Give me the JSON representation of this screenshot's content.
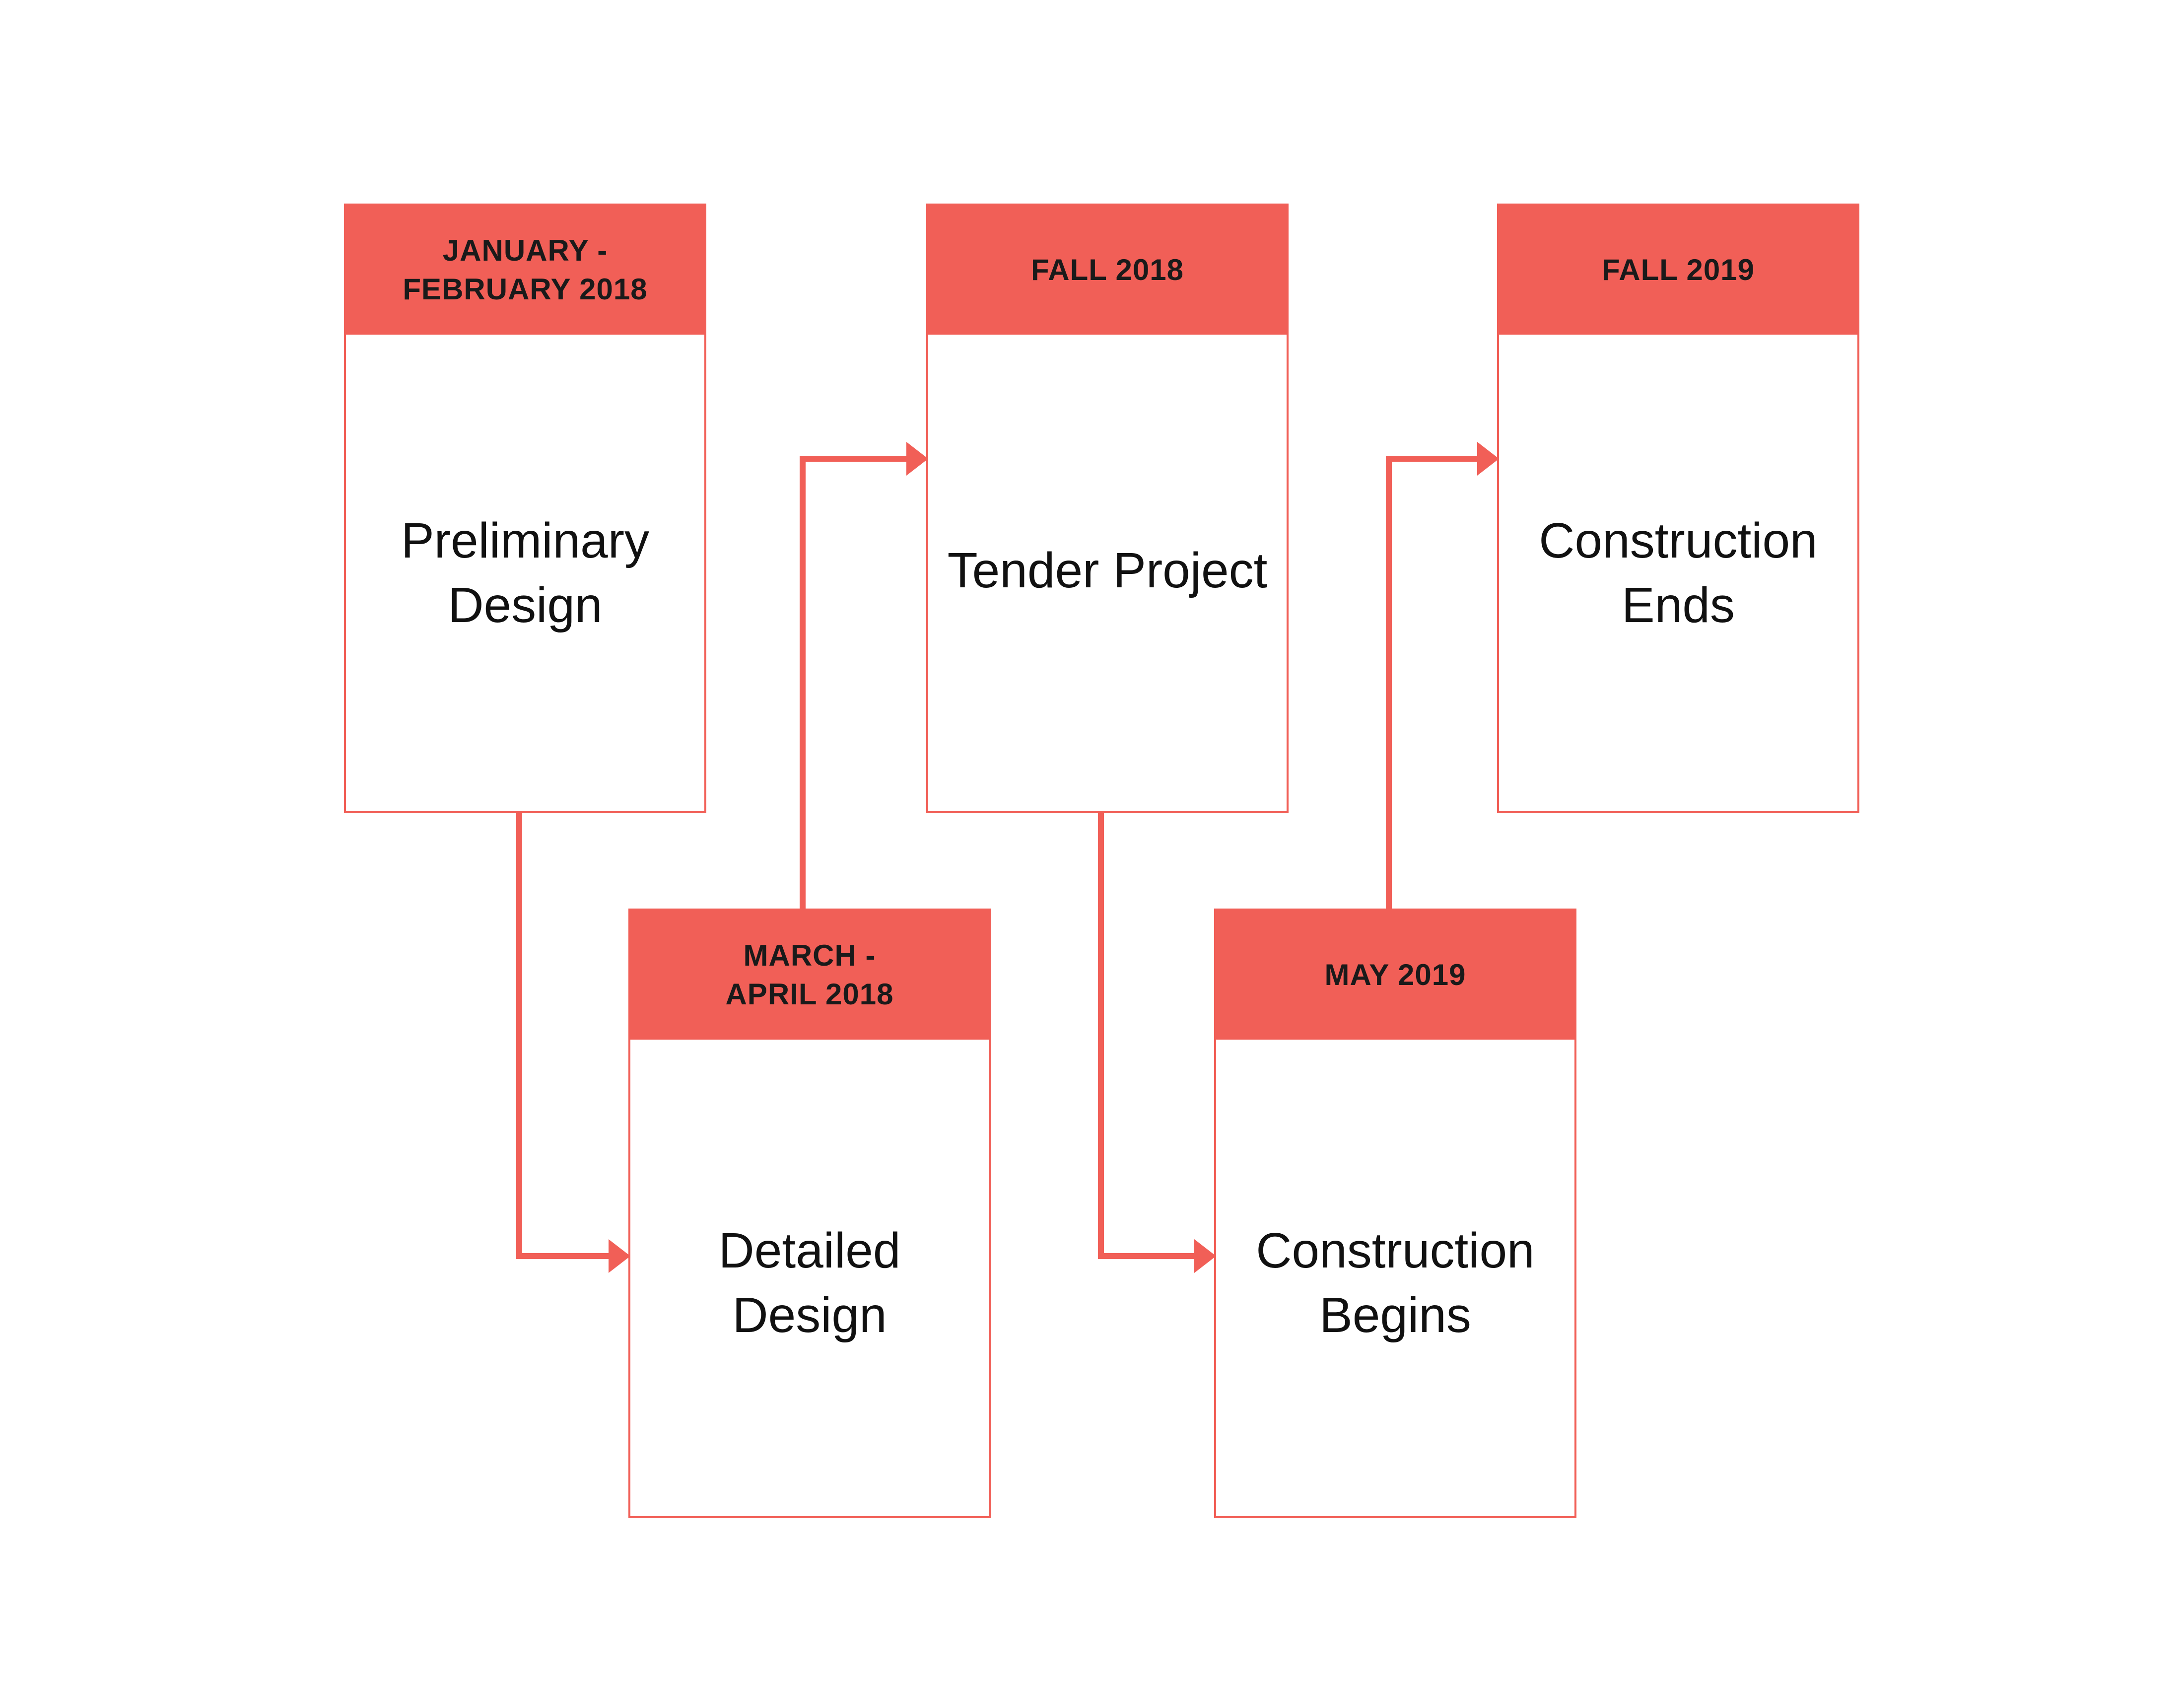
{
  "theme": {
    "accent": "#f15f57",
    "text": "#111111",
    "background": "#ffffff"
  },
  "milestones": [
    {
      "date": "JANUARY -\nFEBRUARY 2018",
      "title": "Preliminary\nDesign"
    },
    {
      "date": "MARCH -\nAPRIL 2018",
      "title": "Detailed\nDesign"
    },
    {
      "date": "FALL 2018",
      "title": "Tender Project"
    },
    {
      "date": "MAY 2019",
      "title": "Construction\nBegins"
    },
    {
      "date": "FALL 2019",
      "title": "Construction\nEnds"
    }
  ]
}
